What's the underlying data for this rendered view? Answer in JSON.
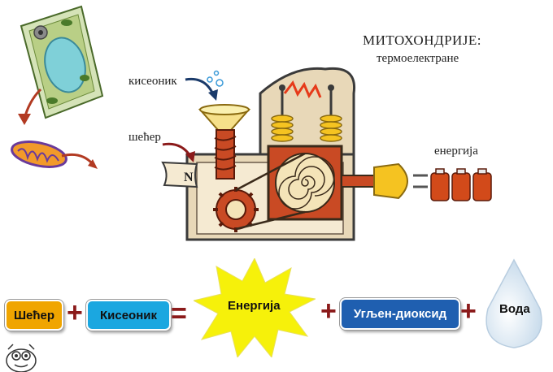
{
  "header": {
    "title": "МИТОХОНДРИЈЕ:",
    "subtitle": "термоелектране"
  },
  "labels": {
    "oxygen": "кисеоник",
    "sugar": "шећер",
    "energy": "енергија",
    "sack_mark": "N"
  },
  "equation": {
    "sugar": "Шећер",
    "plus1": "+",
    "oxygen": "Кисеоник",
    "equals": "=",
    "energy": "Енергија",
    "plus2": "+",
    "co2": "Угљен-диоксид",
    "plus3": "+",
    "water": "Вода"
  },
  "colors": {
    "sugar_box": "#f0a500",
    "oxygen_box": "#1ba7e0",
    "co2_box": "#1f5fb0",
    "burst": "#f6f10a",
    "operator": "#8b1a1a",
    "machine_red": "#c94a24",
    "machine_frame": "#e8d8b8",
    "water_drop": "#dbe9f4"
  }
}
